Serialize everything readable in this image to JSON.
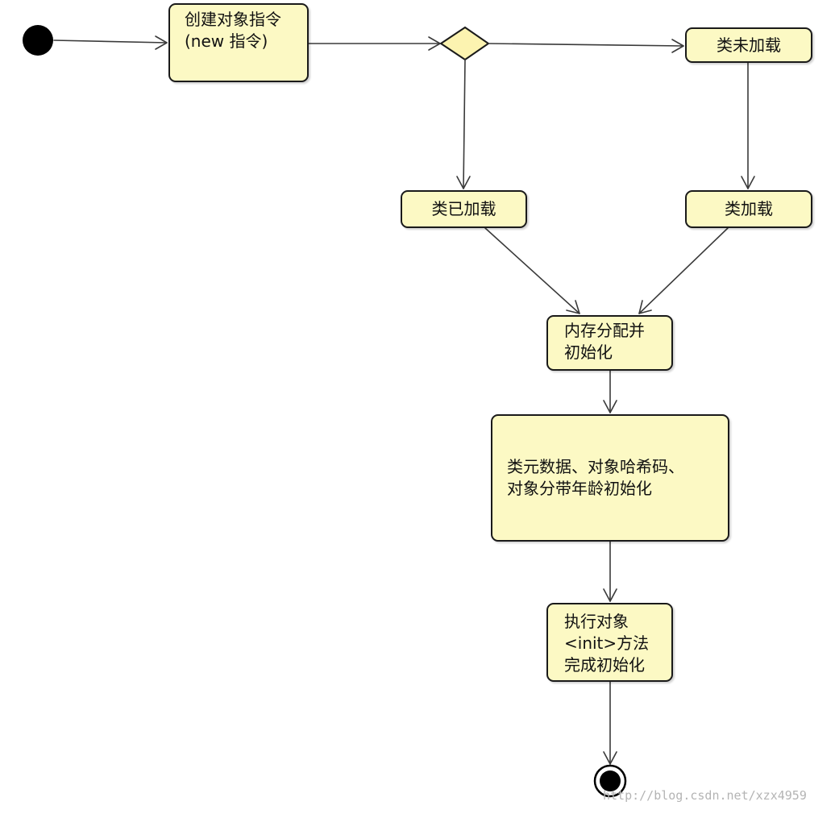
{
  "nodes": {
    "create_object": "创建对象指令\n(new 指令)",
    "class_not_loaded": "类未加载",
    "class_loaded": "类已加载",
    "load_class": "类加载",
    "memory_alloc": "内存分配并\n初始化",
    "header_init": "类元数据、对象哈希码、\n对象分带年龄初始化",
    "init_method": "执行对象\n<init>方法\n完成初始化"
  },
  "watermark": "http://blog.csdn.net/xzx4959",
  "colors": {
    "node_fill": "#fcf9c4",
    "decision_fill": "#fcf3b0",
    "stroke": "#1a1a1a",
    "start_node": "#000000"
  }
}
